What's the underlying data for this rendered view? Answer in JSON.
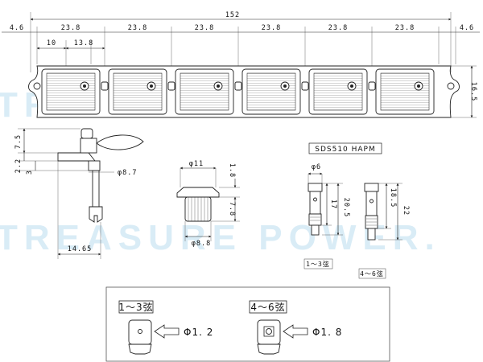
{
  "watermark": "TREASURE POWER.",
  "top_strip": {
    "overall_width": "152",
    "end_offset_left": "4.6",
    "end_offset_right": "4.6",
    "pitch_labels": [
      "23.8",
      "23.8",
      "23.8",
      "23.8",
      "23.8",
      "23.8"
    ],
    "first_hole_offset": "10",
    "first_post_offset": "13.8",
    "height": "16.5"
  },
  "side_view": {
    "dims": [
      "7.5",
      "2.2",
      "3",
      "φ8.7",
      "14.65"
    ]
  },
  "bushing": {
    "top_dia": "φ11",
    "bottom_dia": "φ8.8",
    "dims": [
      "1.8",
      "7.8"
    ]
  },
  "model": "SDS510 HAPM",
  "posts": {
    "dia": "φ6",
    "post_a_dims": [
      "17",
      "20.5"
    ],
    "post_b_dims": [
      "18.5",
      "22"
    ],
    "post_a_caption": "1～3弦",
    "post_b_caption": "4～6弦"
  },
  "legend": {
    "item_a_title": "1～3弦",
    "item_a_hole": "Φ1. 2",
    "item_b_title": "4～6弦",
    "item_b_hole": "Φ1. 8"
  }
}
